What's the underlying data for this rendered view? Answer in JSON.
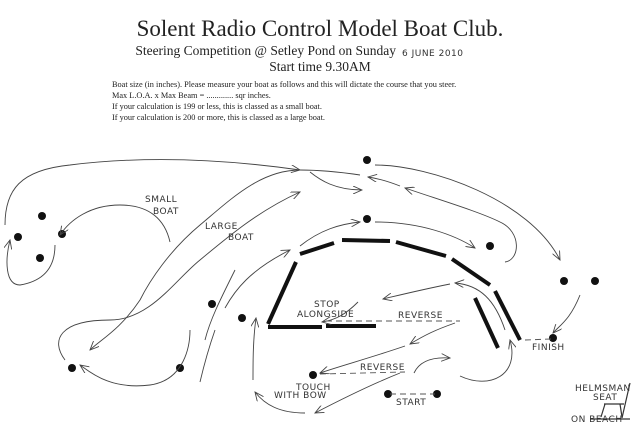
{
  "header": {
    "title": "Solent Radio Control Model Boat Club.",
    "subtitle": "Steering Competition @ Setley Pond on Sunday",
    "date_handwritten": "6 JUNE 2010",
    "start_time": "Start time 9.30AM"
  },
  "instructions": [
    "Boat size (in inches). Please measure your boat as follows and this will dictate the course that you steer.",
    "Max L.O.A. x Max Beam = ............. sqr inches.",
    "If your calculation is 199 or less, this is classed as a small boat.",
    "If your calculation is 200 or more, this is classed as a large boat."
  ],
  "diagram": {
    "small_boat": [
      "SMALL",
      "BOAT"
    ],
    "large_boat": [
      "LARGE",
      "BOAT"
    ],
    "stop_alongside": [
      "STOP",
      "ALONGSIDE"
    ],
    "reverse_upper": "REVERSE",
    "reverse_lower": "REVERSE",
    "touch_with_bow": [
      "TOUCH",
      "WITH BOW"
    ],
    "start": "START",
    "finish": "FINISH",
    "helmsman_seat": [
      "HELMSMAN",
      "SEAT"
    ],
    "on_beach": "ON BEACH"
  }
}
